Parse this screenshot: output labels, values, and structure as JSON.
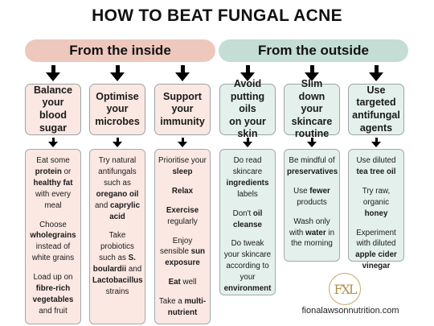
{
  "title": "HOW TO BEAT FUNGAL ACNE",
  "banners": {
    "inside": "From the inside",
    "outside": "From the outside"
  },
  "columns": [
    {
      "header": [
        "Balance",
        "your",
        "blood sugar"
      ],
      "items": [
        [
          [
            "Eat some ",
            false
          ],
          [
            "protein",
            true
          ],
          [
            " or ",
            false
          ],
          [
            "healthy fat",
            true
          ],
          [
            " with every meal",
            false
          ]
        ],
        [
          [
            "Choose ",
            false
          ],
          [
            "wholegrains",
            true
          ],
          [
            " instead of white grains",
            false
          ]
        ],
        [
          [
            "Load up on ",
            false
          ],
          [
            "fibre-rich vegetables",
            true
          ],
          [
            " and fruit",
            false
          ]
        ]
      ]
    },
    {
      "header": [
        "Optimise",
        "your",
        "microbes"
      ],
      "items": [
        [
          [
            "Try natural antifungals such as ",
            false
          ],
          [
            "oregano oil",
            true
          ],
          [
            " and ",
            false
          ],
          [
            "caprylic acid",
            true
          ]
        ],
        [
          [
            "Take probiotics such as ",
            false
          ],
          [
            "S. boulardii",
            true
          ],
          [
            " and ",
            false
          ],
          [
            "Lactobacillus",
            true
          ],
          [
            " strains",
            false
          ]
        ]
      ]
    },
    {
      "header": [
        "Support",
        "your",
        "immunity"
      ],
      "items": [
        [
          [
            "Prioritise your ",
            false
          ],
          [
            "sleep",
            true
          ]
        ],
        [
          [
            "Relax",
            true
          ]
        ],
        [
          [
            "Exercise",
            true
          ],
          [
            " regularly",
            false
          ]
        ],
        [
          [
            "Enjoy sensible ",
            false
          ],
          [
            "sun exposure",
            true
          ]
        ],
        [
          [
            "Eat",
            true
          ],
          [
            " well",
            false
          ]
        ],
        [
          [
            "Take a ",
            false
          ],
          [
            "multi-nutrient",
            true
          ]
        ]
      ]
    },
    {
      "header": [
        "Avoid",
        "putting oils",
        "on your skin"
      ],
      "items": [
        [
          [
            "Do read skincare ",
            false
          ],
          [
            "ingredients",
            true
          ],
          [
            " labels",
            false
          ]
        ],
        [
          [
            "Don't ",
            false
          ],
          [
            "oil cleanse",
            true
          ]
        ],
        [
          [
            "Do tweak your skincare according to your ",
            false
          ],
          [
            "environment",
            true
          ]
        ]
      ]
    },
    {
      "header": [
        "Slim down",
        "your skincare",
        "routine"
      ],
      "items": [
        [
          [
            "Be mindful of ",
            false
          ],
          [
            "preservatives",
            true
          ]
        ],
        [
          [
            "Use ",
            false
          ],
          [
            "fewer",
            true
          ],
          [
            " products",
            false
          ]
        ],
        [
          [
            "Wash only with ",
            false
          ],
          [
            "water",
            true
          ],
          [
            " in the morning",
            false
          ]
        ]
      ]
    },
    {
      "header": [
        "Use targeted",
        "antifungal",
        "agents"
      ],
      "items": [
        [
          [
            "Use diluted ",
            false
          ],
          [
            "tea tree oil",
            true
          ]
        ],
        [
          [
            "Try raw, organic ",
            false
          ],
          [
            "honey",
            true
          ]
        ],
        [
          [
            "Experiment with diluted ",
            false
          ],
          [
            "apple cider vinegar",
            true
          ]
        ]
      ]
    }
  ],
  "logo_text": "FXL",
  "website": "fionalawsonnutrition.com"
}
